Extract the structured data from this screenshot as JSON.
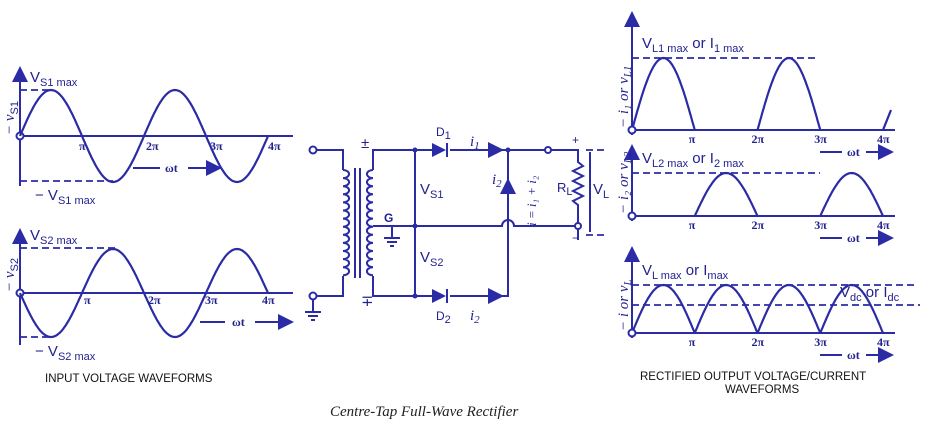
{
  "color": "#2b2ba6",
  "input": {
    "caption": "INPUT VOLTAGE WAVEFORMS",
    "g1": {
      "ylabel": "− v",
      "ylabel_sub": "S1",
      "max_v": "V",
      "max_sub": "S1 max",
      "min_prefix": "− V",
      "min_sub": "S1 max",
      "ticks": [
        "π",
        "2π",
        "3π",
        "4π"
      ],
      "xlabel": "ωt"
    },
    "g2": {
      "ylabel": "− v",
      "ylabel_sub": "S2",
      "max_v": "V",
      "max_sub": "S2 max",
      "min_prefix": "− V",
      "min_sub": "S2 max",
      "ticks": [
        "π",
        "2π",
        "3π",
        "4π"
      ],
      "xlabel": "ωt"
    }
  },
  "circuit": {
    "plus_top": "±",
    "plus_bottom": "∓",
    "center": "G",
    "d1": "D",
    "d1_sub": "1",
    "d2": "D",
    "d2_sub": "2",
    "i1": "i",
    "i1_sub": "1",
    "i2": "i",
    "i2_sub": "2",
    "i2b": "i",
    "i2b_sub": "2",
    "vs1": "V",
    "vs1_sub": "S1",
    "vs2": "V",
    "vs2_sub": "S2",
    "i_total": "i = i₁ + i₂",
    "rl": "R",
    "rl_sub": "L",
    "vl": "V",
    "vl_sub": "L",
    "out_plus": "+",
    "out_minus": "−"
  },
  "output": {
    "caption_line1": "RECTIFIED OUTPUT VOLTAGE/CURRENT",
    "caption_line2": "WAVEFORMS",
    "g1": {
      "ylabel": "− i₁ or v",
      "ylabel_sub": "L1",
      "label_a": "V",
      "label_a_sub": "L1 max",
      "label_or": " or I",
      "label_b_sub": "1 max",
      "ticks": [
        "π",
        "2π",
        "3π",
        "4π"
      ],
      "xlabel": "ωt"
    },
    "g2": {
      "ylabel": "− i₂ or v",
      "ylabel_sub": "L2",
      "label_a": "V",
      "label_a_sub": "L2 max",
      "label_or": " or I",
      "label_b_sub": "2 max",
      "ticks": [
        "π",
        "2π",
        "3π",
        "4π"
      ],
      "xlabel": "ωt"
    },
    "g3": {
      "ylabel": "− i or v",
      "ylabel_sub": "L",
      "label_a": "V",
      "label_a_sub": "L max",
      "label_or": " or I",
      "label_b_sub": "max",
      "dc": "V",
      "dc_sub": "dc",
      "dc_or": " or I",
      "dc_sub2": "dc",
      "ticks": [
        "π",
        "2π",
        "3π",
        "4π"
      ],
      "xlabel": "ωt"
    }
  },
  "title": "Centre-Tap Full-Wave Rectifier"
}
